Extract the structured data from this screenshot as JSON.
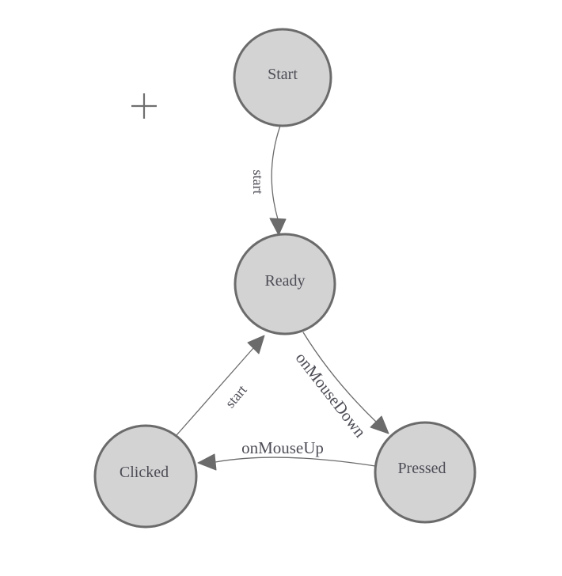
{
  "colors": {
    "background": "#ffffff",
    "node_fill": "#d3d3d4",
    "node_stroke": "#6b6b6b",
    "edge_stroke": "#6b6b6b",
    "arrow_fill": "#6b6b6b",
    "label_color": "#4d4d56",
    "crosshair_color": "#6f6f6f"
  },
  "diagram_type": "finite-state-machine",
  "nodes": [
    {
      "id": "start",
      "label": "Start"
    },
    {
      "id": "ready",
      "label": "Ready"
    },
    {
      "id": "clicked",
      "label": "Clicked"
    },
    {
      "id": "pressed",
      "label": "Pressed"
    }
  ],
  "edges": [
    {
      "from": "Start",
      "to": "Ready",
      "label": "start"
    },
    {
      "from": "Ready",
      "to": "Pressed",
      "label": "onMouseDown"
    },
    {
      "from": "Pressed",
      "to": "Clicked",
      "label": "onMouseUp"
    },
    {
      "from": "Clicked",
      "to": "Ready",
      "label": "start"
    }
  ]
}
